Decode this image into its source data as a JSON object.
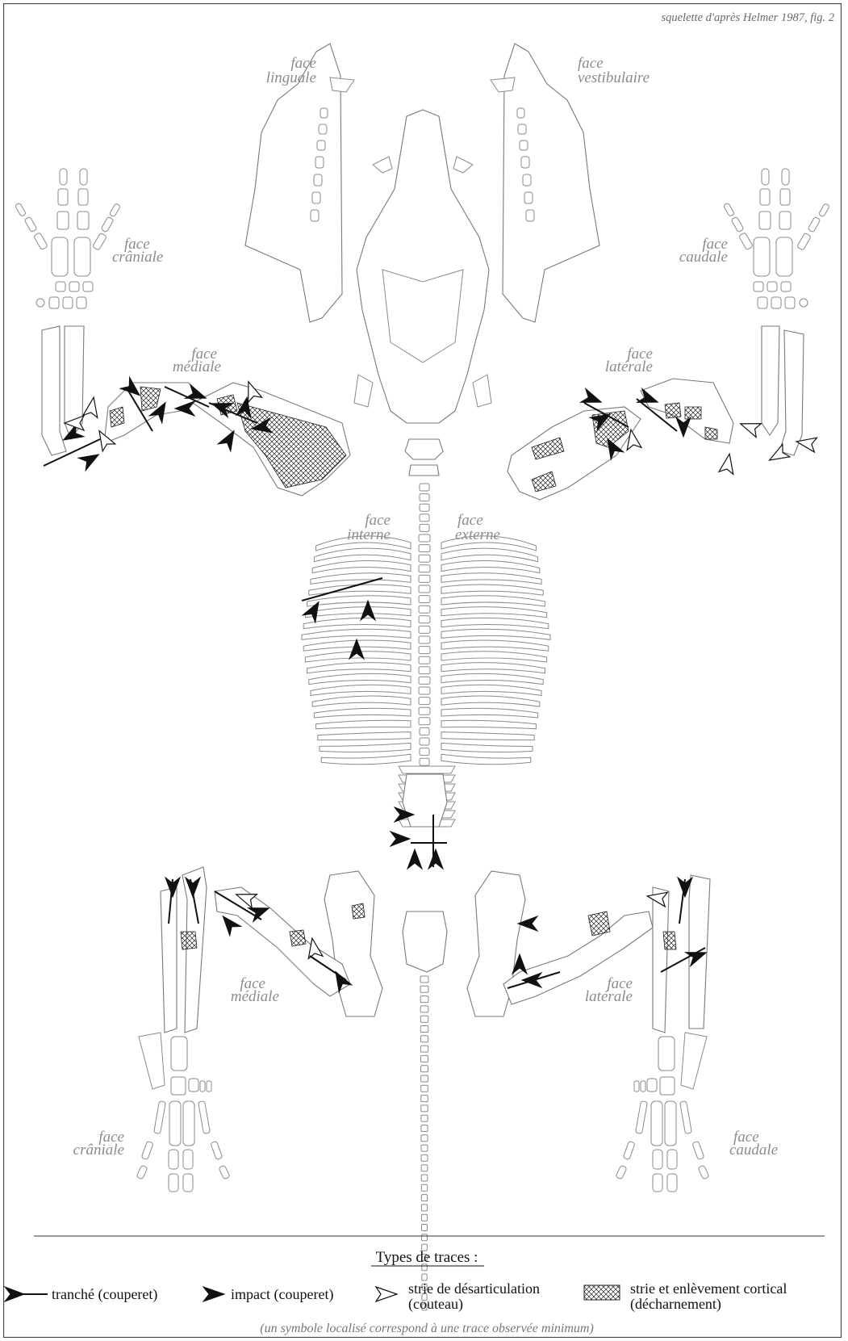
{
  "credit": "squelette d'après Helmer 1987, fig. 2",
  "labels": {
    "mandible_left": [
      "face",
      "linguale"
    ],
    "mandible_right": [
      "face",
      "vestibulaire"
    ],
    "forefoot_left": [
      "face",
      "crâniale"
    ],
    "forefoot_right": [
      "face",
      "caudale"
    ],
    "foreleg_left": [
      "face",
      "médiale"
    ],
    "foreleg_right": [
      "face",
      "latérale"
    ],
    "ribs_left": [
      "face",
      "interne"
    ],
    "ribs_right": [
      "face",
      "externe"
    ],
    "hindleg_left": [
      "face",
      "médiale"
    ],
    "hindleg_right": [
      "face",
      "latérale"
    ],
    "hindfoot_left": [
      "face",
      "crâniale"
    ],
    "hindfoot_right": [
      "face",
      "caudale"
    ]
  },
  "legend": {
    "title": "Types de traces :",
    "items": [
      {
        "symbol": "tranche",
        "label": "tranché (couperet)"
      },
      {
        "symbol": "impact",
        "label": "impact (couperet)"
      },
      {
        "symbol": "strie",
        "label": "strie de désarticulation",
        "label2": "(couteau)"
      },
      {
        "symbol": "hatch",
        "label": "strie et enlèvement cortical",
        "label2": "(décharnement)"
      }
    ],
    "note": "(un symbole localisé correspond à une trace observée minimum)"
  },
  "colors": {
    "bone_outline": "#7a7a7a",
    "trace": "#111111",
    "label": "#8c8c8c"
  }
}
